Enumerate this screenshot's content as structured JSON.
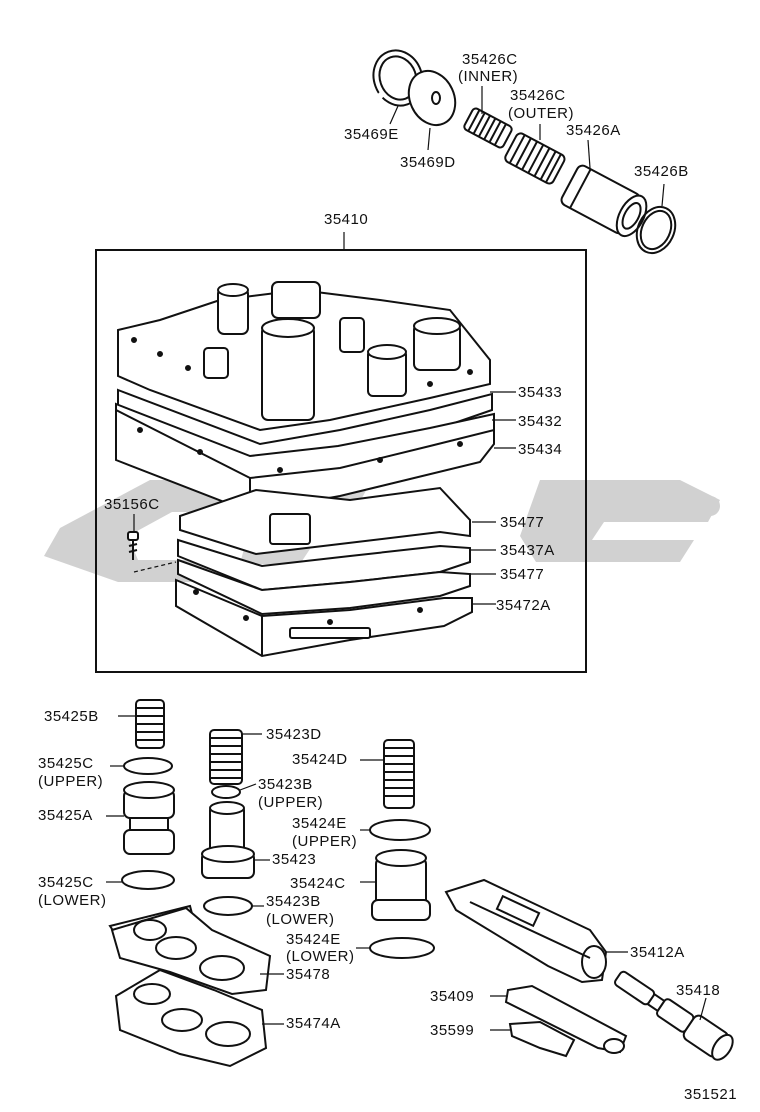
{
  "watermark": {
    "color": "#c9c9c9"
  },
  "colors": {
    "line": "#111111",
    "part_fill": "#ffffff"
  },
  "labels": {
    "p35469E": "35469E",
    "p35469D": "35469D",
    "p35426C_inner": "35426C",
    "inner": "(INNER)",
    "p35426C_outer": "35426C",
    "outer": "(OUTER)",
    "p35426A": "35426A",
    "p35426B": "35426B",
    "p35410": "35410",
    "p35433": "35433",
    "p35432": "35432",
    "p35434": "35434",
    "p35156C": "35156C",
    "p35477a": "35477",
    "p35437A": "35437A",
    "p35477b": "35477",
    "p35472A": "35472A",
    "p35425B": "35425B",
    "p35425C_upper": "35425C",
    "upper1": "(UPPER)",
    "p35425A": "35425A",
    "p35425C_lower": "35425C",
    "lower1": "(LOWER)",
    "p35423D": "35423D",
    "p35423B_upper": "35423B",
    "upper2": "(UPPER)",
    "p35423": "35423",
    "p35423B_lower": "35423B",
    "lower2": "(LOWER)",
    "p35424D": "35424D",
    "p35424E_upper": "35424E",
    "upper3": "(UPPER)",
    "p35424C": "35424C",
    "p35424E_lower": "35424E",
    "lower3": "(LOWER)",
    "p35478": "35478",
    "p35474A": "35474A",
    "p35412A": "35412A",
    "p35409": "35409",
    "p35418": "35418",
    "p35599": "35599",
    "figure_id": "351521"
  }
}
